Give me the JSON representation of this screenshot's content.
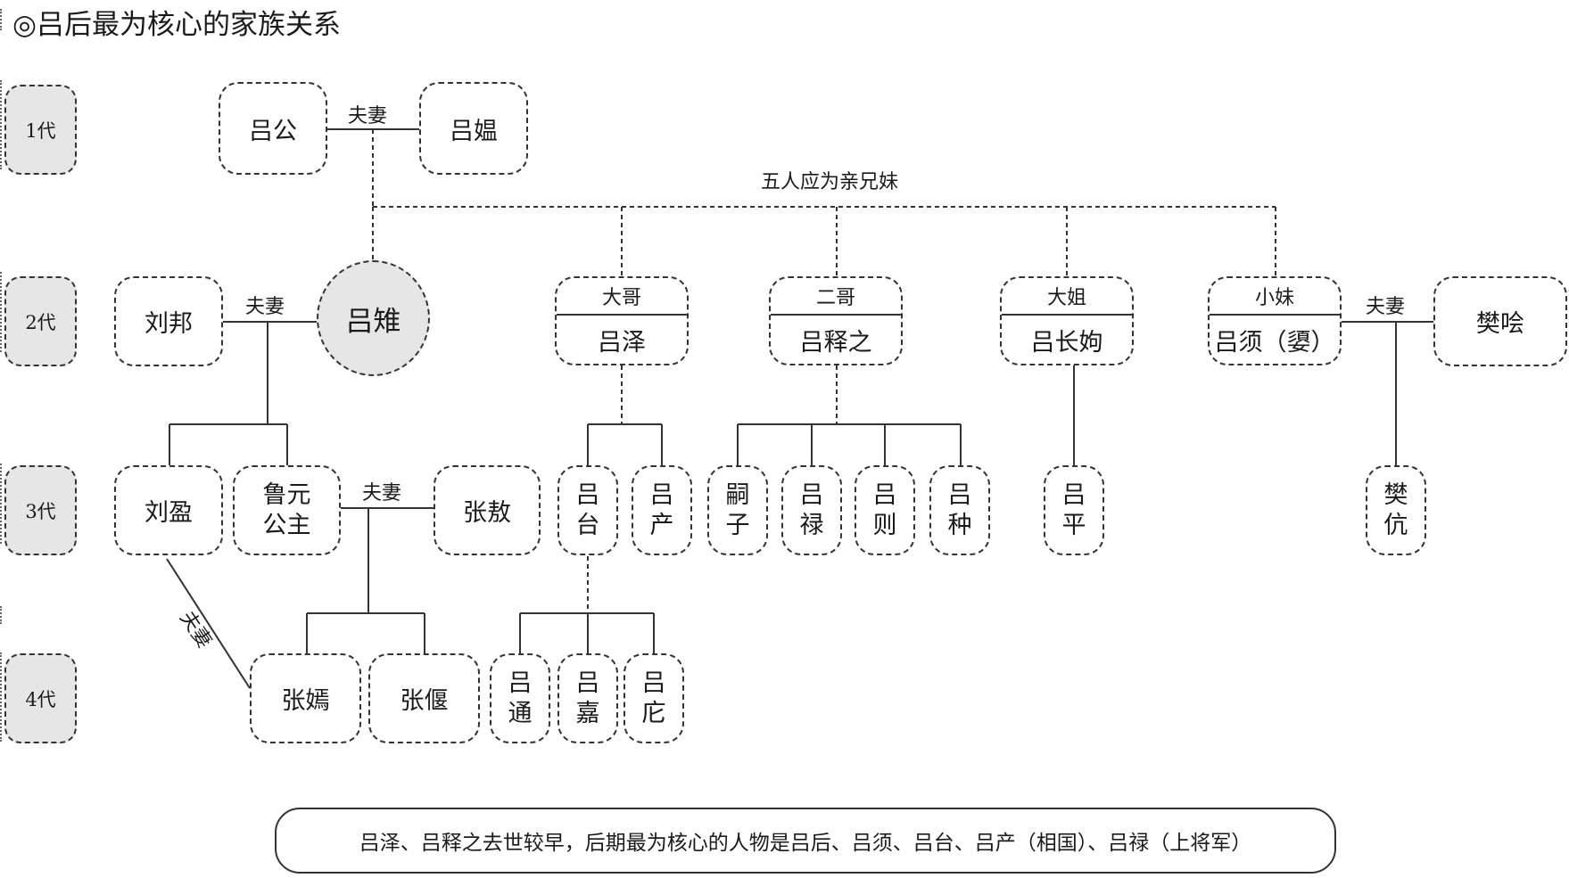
{
  "title": "◎吕后最为核心的家族关系",
  "generations": [
    "1代",
    "2代",
    "3代",
    "4代"
  ],
  "relations": {
    "spouse": "夫妻",
    "siblings_note": "五人应为亲兄妹"
  },
  "people": {
    "lv_gong": "吕公",
    "lv_wen": "吕媪",
    "liu_bang": "刘邦",
    "lv_zhi": "吕雉",
    "lv_ze": {
      "role": "大哥",
      "name": "吕泽"
    },
    "lv_shizhi": {
      "role": "二哥",
      "name": "吕释之"
    },
    "lv_changxu": {
      "role": "大姐",
      "name": "吕长姁"
    },
    "lv_xu": {
      "role": "小妹",
      "name": "吕须（嬃）"
    },
    "fan_kuai": "樊哙",
    "liu_ying": "刘盈",
    "luyuan": {
      "line1": "鲁元",
      "line2": "公主"
    },
    "zhang_ao": "张敖",
    "lv_tai": {
      "line1": "吕",
      "line2": "台"
    },
    "lv_chan": {
      "line1": "吕",
      "line2": "产"
    },
    "sizi": {
      "line1": "嗣",
      "line2": "子"
    },
    "lv_lu": {
      "line1": "吕",
      "line2": "禄"
    },
    "lv_ze2": {
      "line1": "吕",
      "line2": "则"
    },
    "lv_zhong": {
      "line1": "吕",
      "line2": "种"
    },
    "lv_ping": {
      "line1": "吕",
      "line2": "平"
    },
    "fan_kang": {
      "line1": "樊",
      "line2": "伉"
    },
    "zhang_yan": "张嫣",
    "zhang_yan2": "张偃",
    "lv_tong": {
      "line1": "吕",
      "line2": "通"
    },
    "lv_jia": {
      "line1": "吕",
      "line2": "嘉"
    },
    "lv_pang": {
      "line1": "吕",
      "line2": "庀"
    }
  },
  "note": "吕泽、吕释之去世较早，后期最为核心的人物是吕后、吕须、吕台、吕产（相国）、吕禄（上将军）"
}
